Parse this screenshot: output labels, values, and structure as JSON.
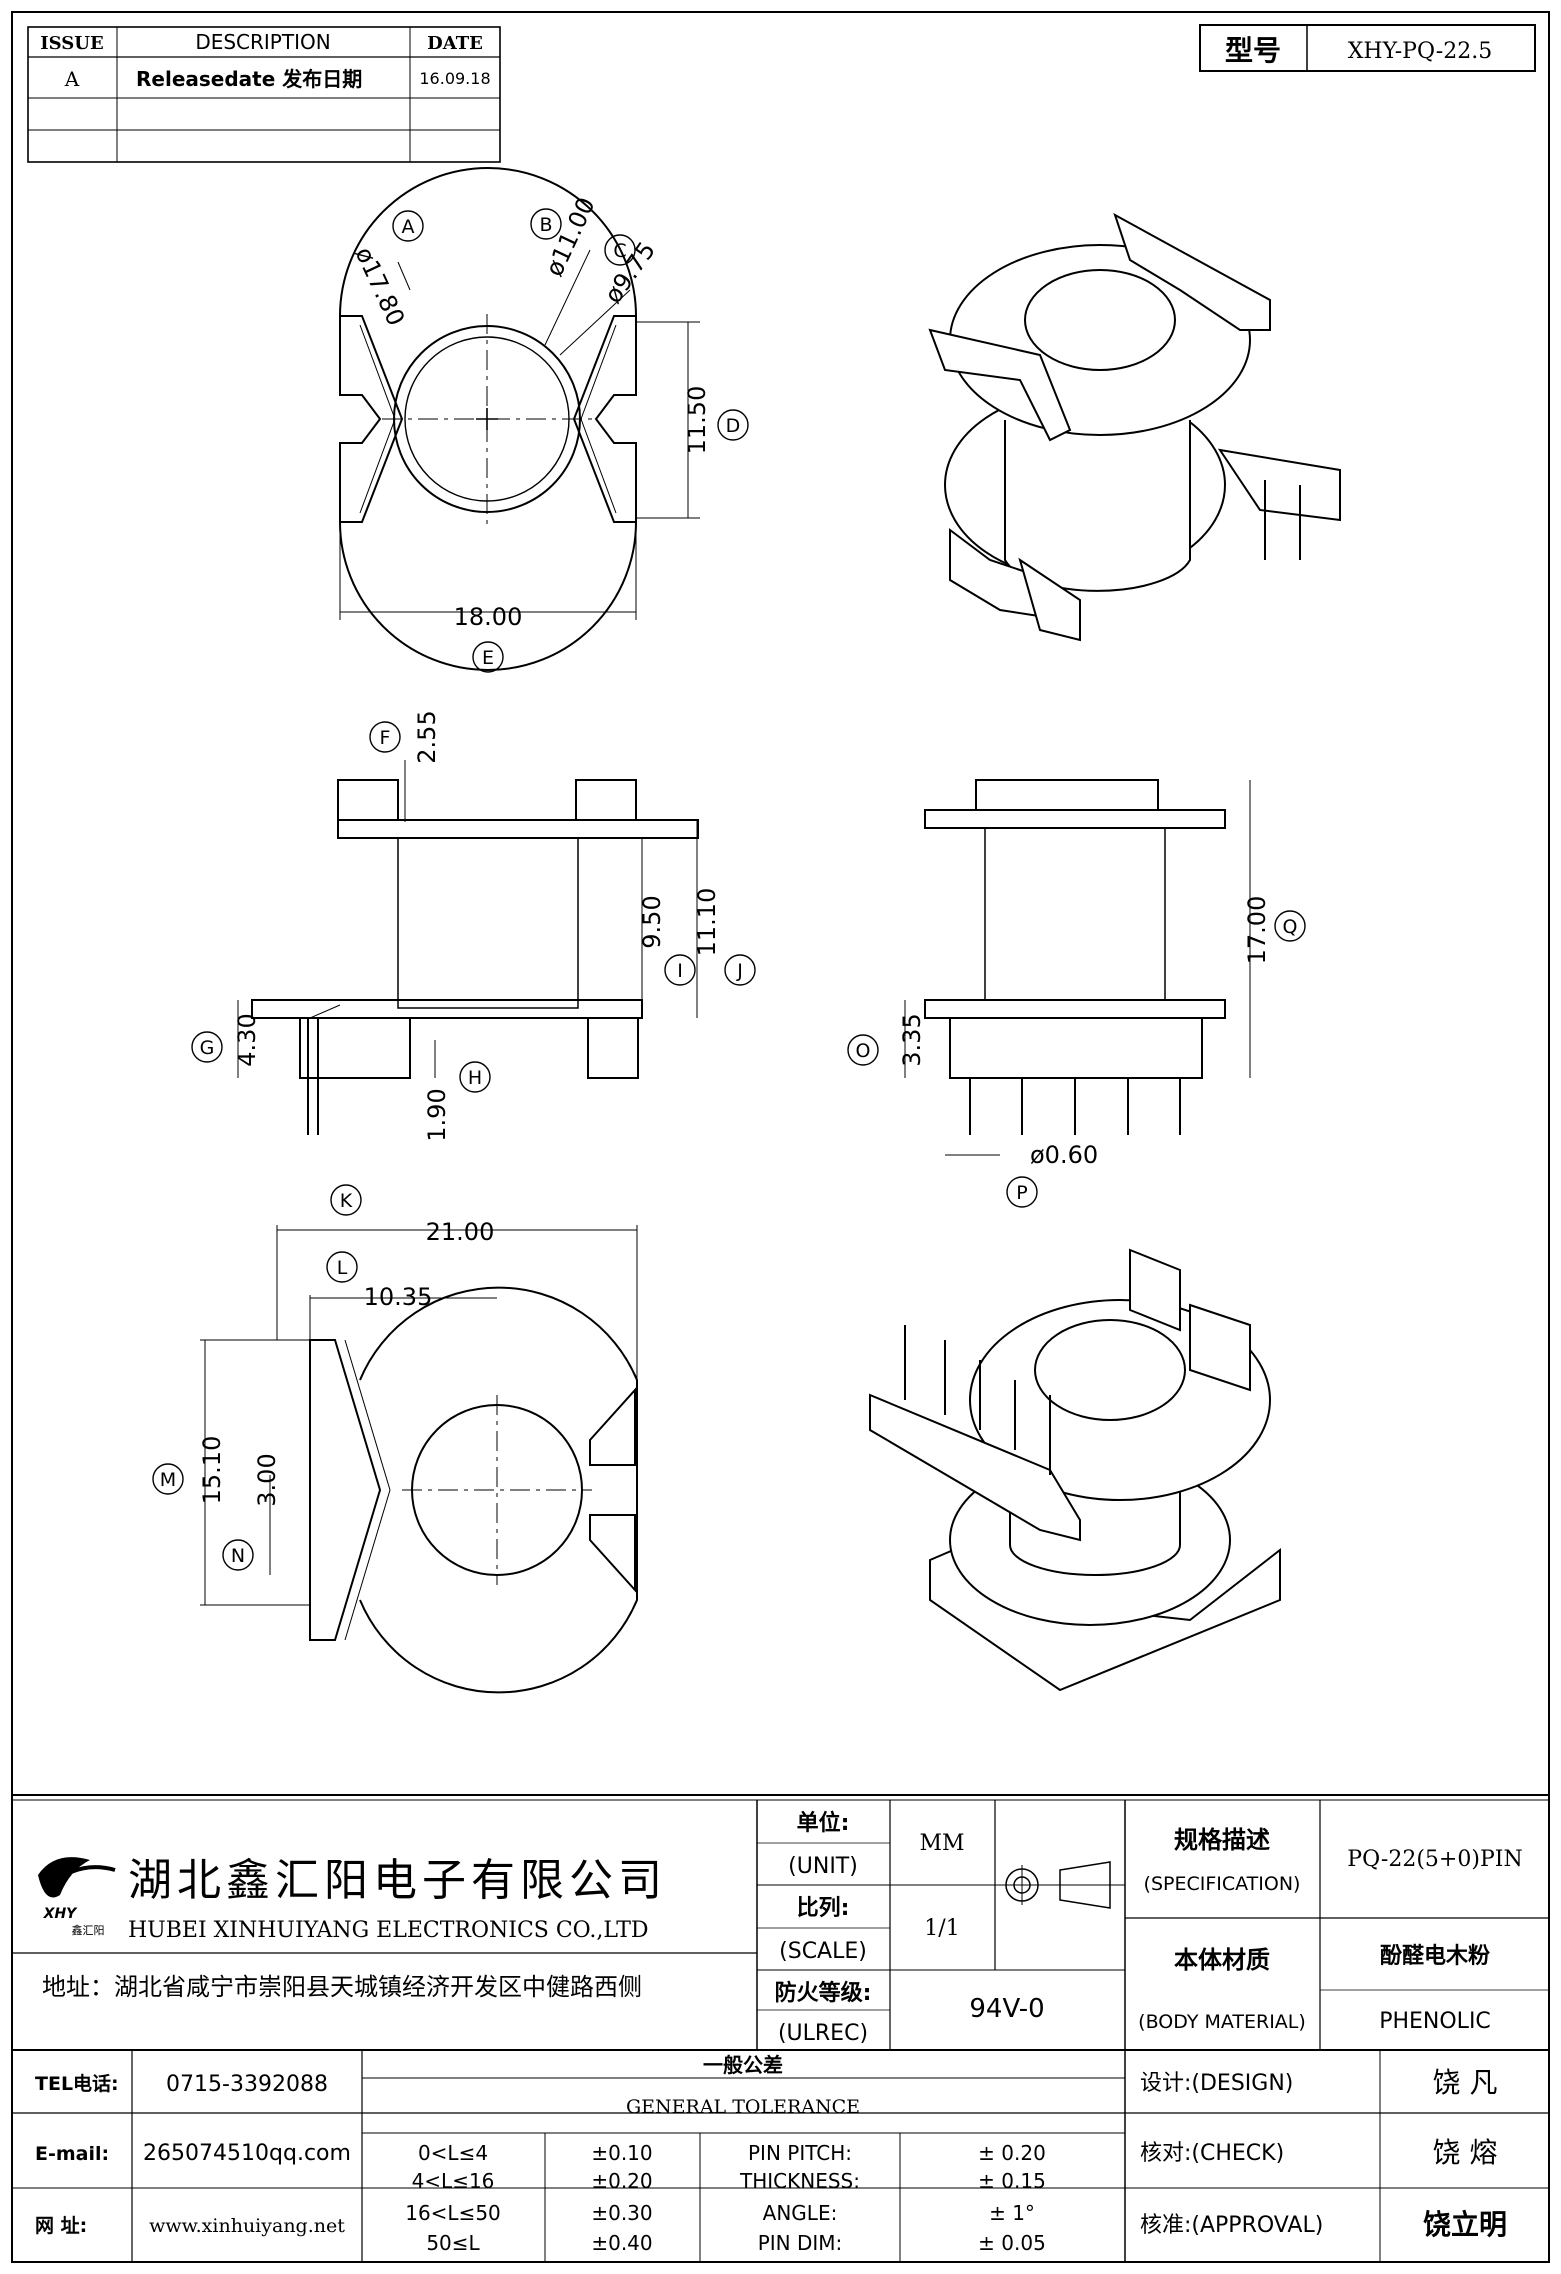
{
  "revision_table": {
    "headers": [
      "ISSUE",
      "DESCRIPTION",
      "DATE"
    ],
    "rows": [
      {
        "issue": "A",
        "description": "Releasedate 发布日期",
        "date": "16.09.18"
      },
      {
        "issue": "",
        "description": "",
        "date": ""
      },
      {
        "issue": "",
        "description": "",
        "date": ""
      }
    ]
  },
  "model": {
    "label": "型号",
    "value": "XHY-PQ-22.5"
  },
  "dimensions": {
    "A": "ø17.80",
    "B": "ø11.00",
    "C": "ø9.75",
    "D": "11.50",
    "E": "18.00",
    "F": "2.55",
    "G": "4.30",
    "H": "1.90",
    "I": "9.50",
    "J": "11.10",
    "O": "3.35",
    "P": "ø0.60",
    "Q": "17.00",
    "K": "21.00",
    "L": "10.35",
    "M": "15.10",
    "N": "3.00"
  },
  "markers": [
    "A",
    "B",
    "C",
    "D",
    "E",
    "F",
    "G",
    "H",
    "I",
    "J",
    "O",
    "P",
    "Q",
    "K",
    "L",
    "M",
    "N"
  ],
  "company": {
    "logo_text": "XHY",
    "logo_sub": "鑫汇阳",
    "name_cn": "湖北鑫汇阳电子有限公司",
    "name_en": "HUBEI XINHUIYANG ELECTRONICS CO.,LTD",
    "address": "地址：湖北省咸宁市崇阳县天城镇经济开发区中健路西侧"
  },
  "specs": {
    "unit_cn": "单位:",
    "unit_en": "(UNIT)",
    "unit_value": "MM",
    "scale_cn": "比列:",
    "scale_en": "(SCALE)",
    "scale_value": "1/1",
    "ulrec_cn": "防火等级:",
    "ulrec_en": "(ULREC)",
    "ulrec_value": "94V-0",
    "spec_cn": "规格描述",
    "spec_en": "(SPECIFICATION)",
    "spec_value": "PQ-22(5+0)PIN",
    "material_cn": "本体材质",
    "material_en": "(BODY MATERIAL)",
    "material_value_cn": "酚醛电木粉",
    "material_value_en": "PHENOLIC"
  },
  "contact": {
    "tel_label": "TEL电话:",
    "tel": "0715-3392088",
    "email_label": "E-mail:",
    "email": "265074510qq.com",
    "web_label": "网  址:",
    "web": "www.xinhuiyang.net"
  },
  "tolerance": {
    "title_cn": "一般公差",
    "title_en": "GENERAL TOLERANCE",
    "ranges": [
      {
        "range": "0<L≤4",
        "tol": "±0.10"
      },
      {
        "range": "4<L≤16",
        "tol": "±0.20"
      },
      {
        "range": "16<L≤50",
        "tol": "±0.30"
      },
      {
        "range": "50≤L",
        "tol": "±0.40"
      }
    ],
    "other": [
      {
        "name": "PIN PITCH:",
        "tol": "± 0.20"
      },
      {
        "name": "THICKNESS:",
        "tol": "± 0.15"
      },
      {
        "name": "ANGLE:",
        "tol": "± 1°"
      },
      {
        "name": "PIN DIM:",
        "tol": "± 0.05"
      }
    ]
  },
  "signoff": {
    "design_label": "设计:(DESIGN)",
    "design_name": "饶  凡",
    "check_label": "核对:(CHECK)",
    "check_name": "饶  熔",
    "approval_label": "核准:(APPROVAL)",
    "approval_name": "饶立明"
  }
}
